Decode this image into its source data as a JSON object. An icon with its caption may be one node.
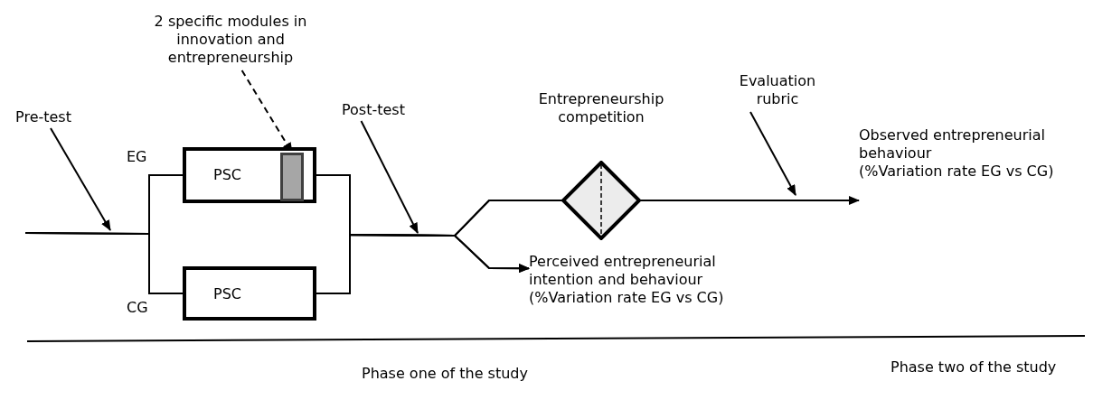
{
  "diagram": {
    "nodes": [
      {
        "text": [
          "Pre-test"
        ]
      },
      {
        "text": [
          "2 specific modules in innovation and entrepreneurship"
        ]
      },
      {
        "text": [
          "PSC"
        ]
      },
      {
        "text": [],
        "shape": "bar",
        "in": 2
      },
      {
        "text": [
          "PSC"
        ]
      },
      {
        "text": [
          "Post-test"
        ]
      },
      {
        "text": [
          "Entrepreneurship competition"
        ]
      },
      {
        "text": [
          "Evaluation rubric"
        ]
      },
      {
        "text": [
          "Observed entrepreneurial behaviour",
          "(%Variation rate EG vs CG)"
        ]
      },
      {
        "text": [
          "Perceived entrepreneurial intention and behaviour",
          "(%Variation rate EG vs CG)"
        ]
      }
    ],
    "edges": [
      {
        "from": 0,
        "to": null,
        "arrow": "to"
      },
      {
        "from": 1,
        "to": 3,
        "arrow": "to",
        "style": "dashed"
      },
      {
        "from": null,
        "to": 2,
        "arrow": "none"
      },
      {
        "from": null,
        "to": 4,
        "arrow": "none"
      },
      {
        "from": 5,
        "to": null,
        "arrow": "to"
      },
      {
        "from": 2,
        "to": 6,
        "arrow": "none"
      },
      {
        "from": 4,
        "to": 6,
        "arrow": "none"
      },
      {
        "from": 2,
        "to": 9,
        "arrow": "to"
      },
      {
        "from": 4,
        "to": 9,
        "arrow": "to"
      },
      {
        "from": 7,
        "to": null,
        "arrow": "to"
      },
      {
        "from": 6,
        "to": 8,
        "arrow": "to"
      }
    ],
    "labels": [
      "EG",
      "CG",
      "Phase one of the study",
      "Phase two of the study"
    ]
  }
}
